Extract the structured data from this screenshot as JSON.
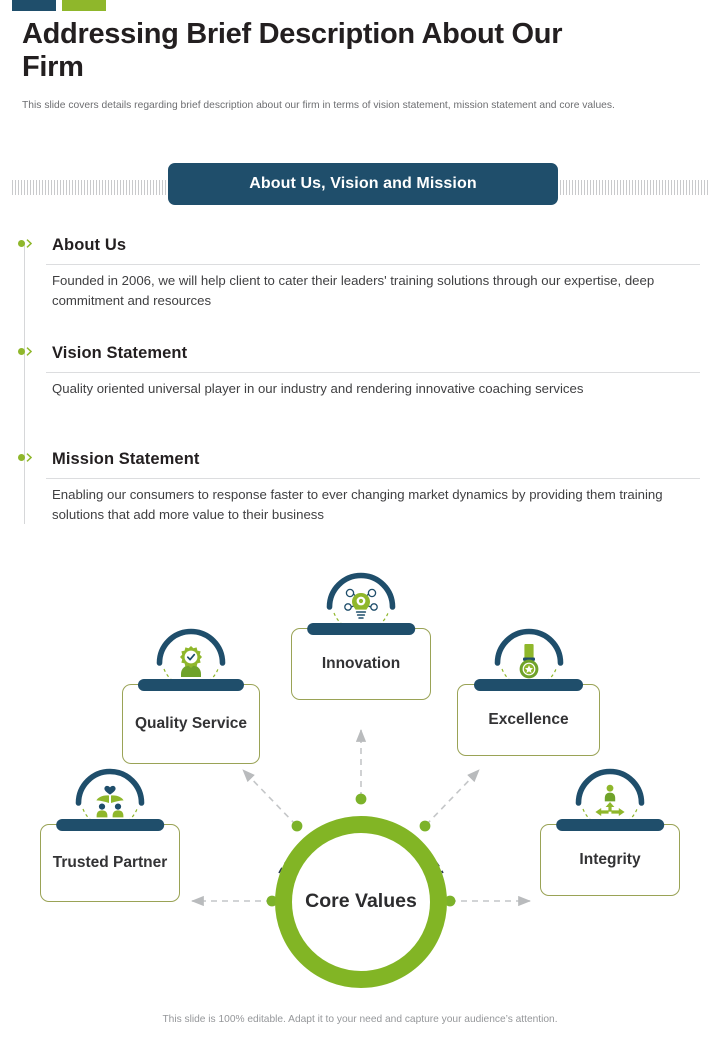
{
  "accents": {
    "navy": "#1F4E6B",
    "green": "#8FB72B",
    "olive_border": "#9AA356",
    "core_ring": "#82B525",
    "rule": "#DCDDDF"
  },
  "header": {
    "title": "Addressing Brief Description About Our Firm",
    "subtitle": "This slide covers details regarding brief description about our firm in terms of vision statement, mission statement and core values."
  },
  "banner": {
    "label": "About Us, Vision and Mission"
  },
  "sections": [
    {
      "title": "About Us",
      "body": "Founded in 2006, we will help client to cater their leaders' training solutions through our expertise, deep commitment and resources"
    },
    {
      "title": "Vision Statement",
      "body": "Quality oriented universal player in our industry and rendering innovative coaching services"
    },
    {
      "title": "Mission Statement",
      "body": "Enabling our consumers to response faster to ever changing market dynamics by providing them training solutions that add more value to their business"
    }
  ],
  "diagram": {
    "center_label": "Core Values",
    "nodes": [
      {
        "key": "innovation",
        "label": "Innovation",
        "icon": "lightbulb-gears-icon"
      },
      {
        "key": "quality",
        "label": "Quality Service",
        "icon": "person-gear-icon"
      },
      {
        "key": "excellence",
        "label": "Excellence",
        "icon": "medal-icon"
      },
      {
        "key": "trusted",
        "label": "Trusted Partner",
        "icon": "partnership-people-icon"
      },
      {
        "key": "integrity",
        "label": "Integrity",
        "icon": "person-arrows-icon"
      }
    ]
  },
  "footer": {
    "note": "This slide is 100% editable. Adapt it to your need and capture your audience’s attention."
  }
}
